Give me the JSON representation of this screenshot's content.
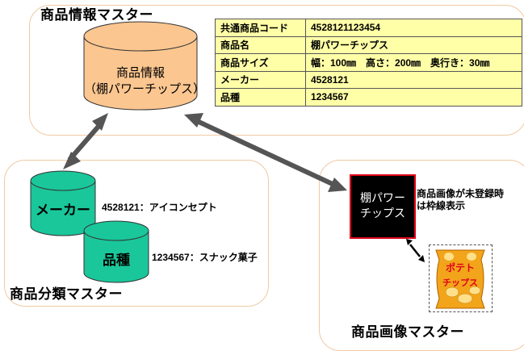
{
  "product_master": {
    "title": "商品情報マスター",
    "db_label_line1": "商品情報",
    "db_label_line2": "（棚パワーチップス）",
    "table": [
      {
        "key": "共通商品コード",
        "value": "4528121123454"
      },
      {
        "key": "商品名",
        "value": "棚パワーチップス"
      },
      {
        "key": "商品サイズ",
        "value": "幅：100㎜　高さ：200㎜　奥行き：30㎜"
      },
      {
        "key": "メーカー",
        "value": "4528121"
      },
      {
        "key": "品種",
        "value": "1234567"
      }
    ]
  },
  "classification_master": {
    "title": "商品分類マスター",
    "maker_label": "メーカー",
    "maker_note": "4528121：アイコンセプト",
    "category_label": "品種",
    "category_note": "1234567：スナック菓子"
  },
  "image_master": {
    "title": "商品画像マスター",
    "placeholder_line1": "棚パワー",
    "placeholder_line2": "チップス",
    "note_line1": "商品画像が未登録時",
    "note_line2": "は枠線表示",
    "chips_line1": "ポテト",
    "chips_line2": "チップス"
  },
  "colors": {
    "db_fill": "#fbc690",
    "cyl_fill": "#19c79a",
    "panel_border": "#f0c9a3",
    "table_fill": "#ffffa8",
    "arrow_fill": "#555555",
    "placeholder_border": "#e0001a",
    "chips_bag": "#f2a51a"
  }
}
